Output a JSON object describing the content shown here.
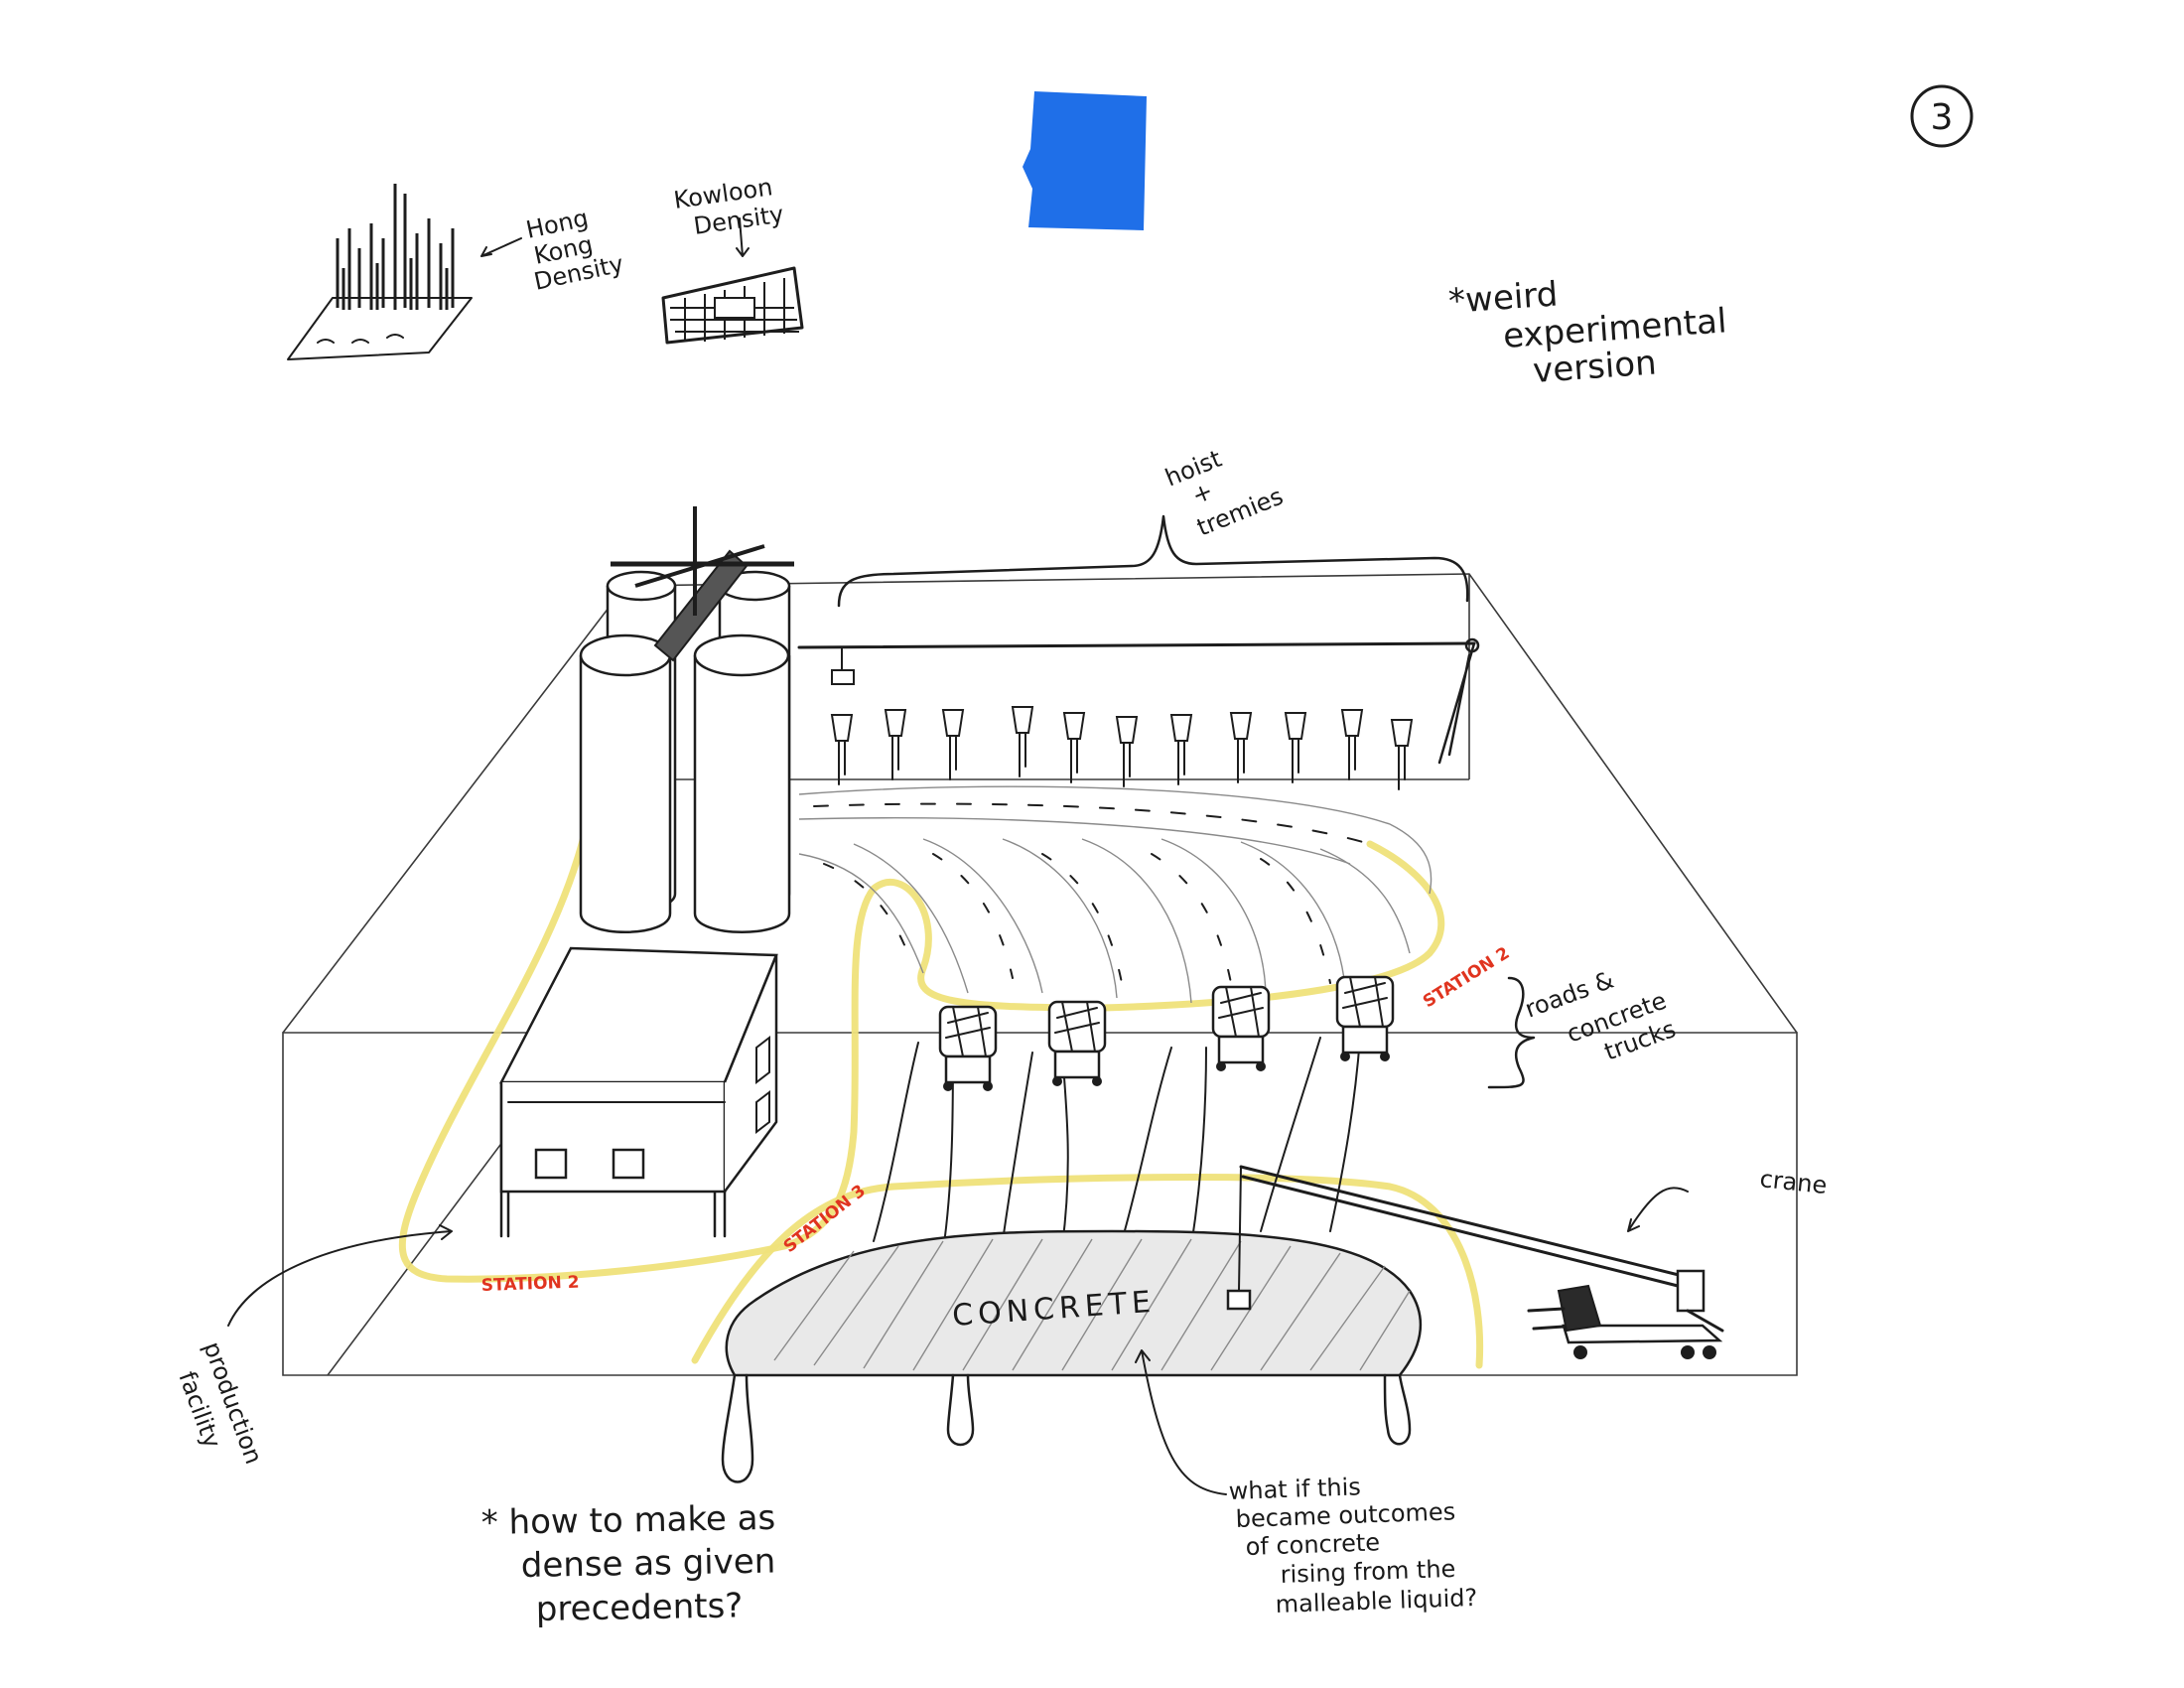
{
  "page": {
    "number": "3"
  },
  "colors": {
    "tape": "#1f6fe8",
    "highlight": "#efe27a",
    "station": "#e0341f",
    "ink": "#1d1d1d"
  },
  "labels": {
    "hk_line1": "Hong",
    "hk_line2": "Kong",
    "hk_line3": "Density",
    "kowloon_line1": "Kowloon",
    "kowloon_line2": "Density",
    "weird_line1": "*weird",
    "weird_line2": "experimental",
    "weird_line3": "version",
    "hoist_line1": "hoist",
    "hoist_line2": "+",
    "hoist_line3": "tremies",
    "roads_line1": "roads &",
    "roads_line2": "concrete",
    "roads_line3": "trucks",
    "crane": "crane",
    "concrete": "CONCRETE",
    "prod_line1": "production",
    "prod_line2": "facility",
    "dense_line1": "* how to make as",
    "dense_line2": "dense as given",
    "dense_line3": "precedents?",
    "whatif_line1": "what if this",
    "whatif_line2": "became outcomes",
    "whatif_line3": "of concrete",
    "whatif_line4": "rising from the",
    "whatif_line5": "malleable liquid?"
  },
  "stations": {
    "left": "STATION 2",
    "middle": "STATION 3",
    "right": "STATION 2"
  }
}
